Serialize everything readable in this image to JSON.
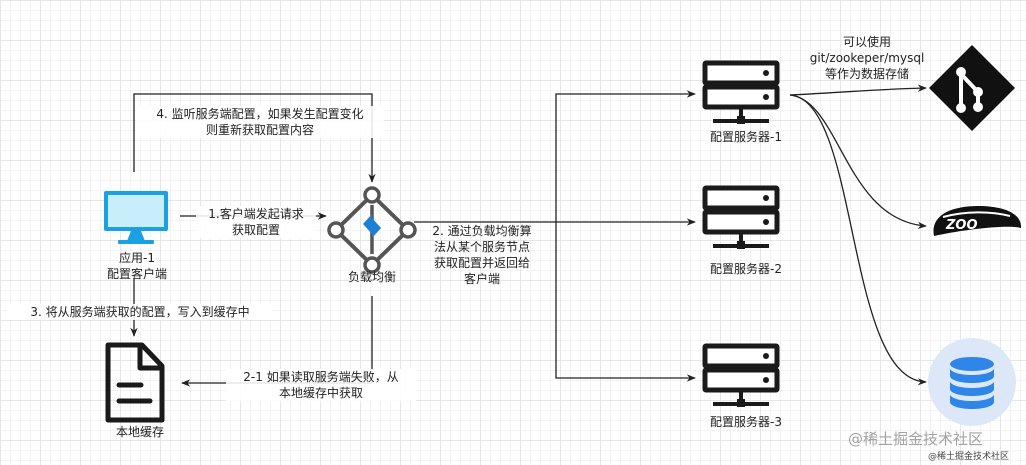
{
  "nodes": {
    "app_client": {
      "line1": "应用-1",
      "line2": "配置客户端"
    },
    "load_balancer": {
      "label": "负载均衡"
    },
    "local_cache": {
      "label": "本地缓存"
    },
    "server1": {
      "label": "配置服务器-1"
    },
    "server2": {
      "label": "配置服务器-2"
    },
    "server3": {
      "label": "配置服务器-3"
    }
  },
  "edges": {
    "listen": {
      "line1": "4. 监听服务端配置，如果发生配置变化",
      "line2": "则重新获取配置内容"
    },
    "request": {
      "line1": "1.客户端发起请求",
      "line2": "获取配置"
    },
    "balance": {
      "line1": "2. 通过负载均衡算",
      "line2": "法从某个服务节点",
      "line3": "获取配置并返回给",
      "line4": "客户端"
    },
    "write_cache": {
      "label": "3. 将从服务端获取的配置，写入到缓存中"
    },
    "fallback": {
      "line1": "2-1 如果读取服务端失败，从",
      "line2": "本地缓存中获取"
    }
  },
  "storage_note": {
    "line1": "可以使用",
    "line2": "git/zookeper/mysql",
    "line3": "等作为数据存储"
  },
  "icons": {
    "app_client": "monitor-icon",
    "load_balancer": "load-balancer-icon",
    "local_cache": "document-icon",
    "servers": "server-icon",
    "git": "git-icon",
    "zookeeper": "zookeeper-icon",
    "mysql": "database-icon"
  },
  "watermark": {
    "main": "@稀土掘金技术社区",
    "small": "@稀土掘金技术社区"
  },
  "colors": {
    "monitor": "#1ba1e2",
    "balancer": "#1e7fd6",
    "stroke": "#222222",
    "database": "#2f86e8",
    "database_bg": "#dce8f7"
  }
}
